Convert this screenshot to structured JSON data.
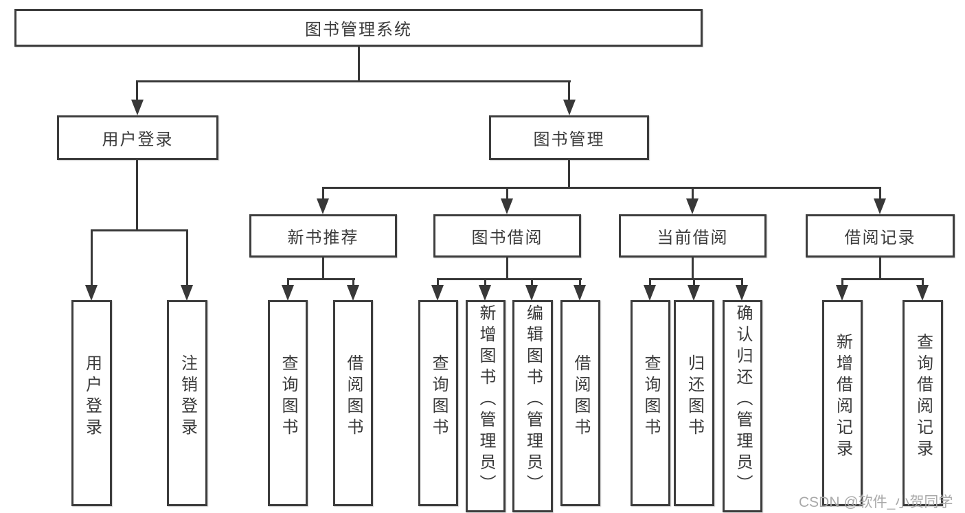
{
  "diagram": {
    "type": "hierarchy-tree",
    "line_color": "#383838",
    "box_border_color": "#3d3d3d",
    "text_color": "#3a3a3a",
    "background_color": "#ffffff",
    "tree": {
      "label": "图书管理系统",
      "children": [
        {
          "label": "用户登录",
          "children": [
            {
              "label": "用户登录"
            },
            {
              "label": "注销登录"
            }
          ]
        },
        {
          "label": "图书管理",
          "children": [
            {
              "label": "新书推荐",
              "children": [
                {
                  "label": "查询图书"
                },
                {
                  "label": "借阅图书"
                }
              ]
            },
            {
              "label": "图书借阅",
              "children": [
                {
                  "label": "查询图书"
                },
                {
                  "label": "新增图书（管理员）"
                },
                {
                  "label": "编辑图书（管理员）"
                },
                {
                  "label": "借阅图书"
                }
              ]
            },
            {
              "label": "当前借阅",
              "children": [
                {
                  "label": "查询图书"
                },
                {
                  "label": "归还图书"
                },
                {
                  "label": "确认归还（管理员）"
                }
              ]
            },
            {
              "label": "借阅记录",
              "children": [
                {
                  "label": "新增借阅记录"
                },
                {
                  "label": "查询借阅记录"
                }
              ]
            }
          ]
        }
      ]
    }
  },
  "watermark": {
    "text": "CSDN @软件_小贺同学",
    "color": "#a9a9a9"
  }
}
